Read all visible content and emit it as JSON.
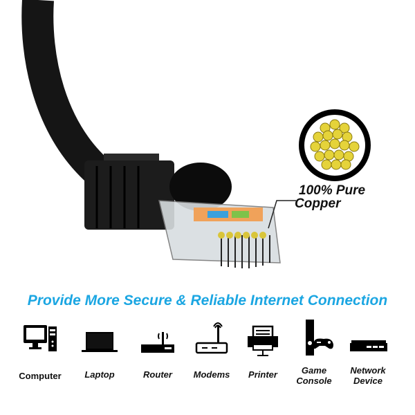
{
  "callout": {
    "line1": "100% Pure",
    "line2": "Copper"
  },
  "headline": "Provide More Secure & Reliable Internet Connection",
  "devices": [
    {
      "icon": "computer-icon",
      "label": "Computer"
    },
    {
      "icon": "laptop-icon",
      "label": "Laptop"
    },
    {
      "icon": "router-icon",
      "label": "Router"
    },
    {
      "icon": "modem-icon",
      "label": "Modems"
    },
    {
      "icon": "printer-icon",
      "label": "Printer"
    },
    {
      "icon": "game-console-icon",
      "label1": "Game",
      "label2": "Console"
    },
    {
      "icon": "network-device-icon",
      "label1": "Network",
      "label2": "Device"
    }
  ],
  "colors": {
    "accent": "#1ba6e2",
    "copper": "#e5d33a",
    "cable": "#111111"
  }
}
